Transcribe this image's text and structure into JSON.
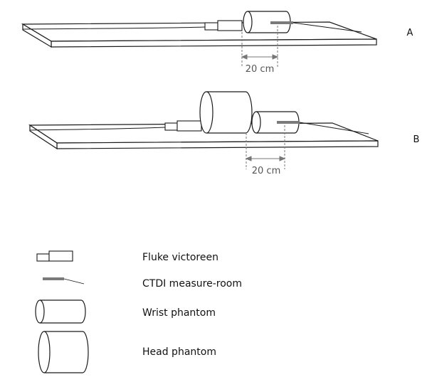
{
  "panels": [
    {
      "label": "A",
      "dimension": "20 cm"
    },
    {
      "label": "B",
      "dimension": "20 cm"
    }
  ],
  "legend": [
    {
      "icon": "fluke-victoreen-icon",
      "label": "Fluke victoreen"
    },
    {
      "icon": "ctdi-measure-room-icon",
      "label": "CTDI measure-room"
    },
    {
      "icon": "wrist-phantom-icon",
      "label": "Wrist phantom"
    },
    {
      "icon": "head-phantom-icon",
      "label": "Head phantom"
    }
  ],
  "colors": {
    "line": "#1a1a1a",
    "probe": "#7a7a7a",
    "dimension": "#777777"
  }
}
